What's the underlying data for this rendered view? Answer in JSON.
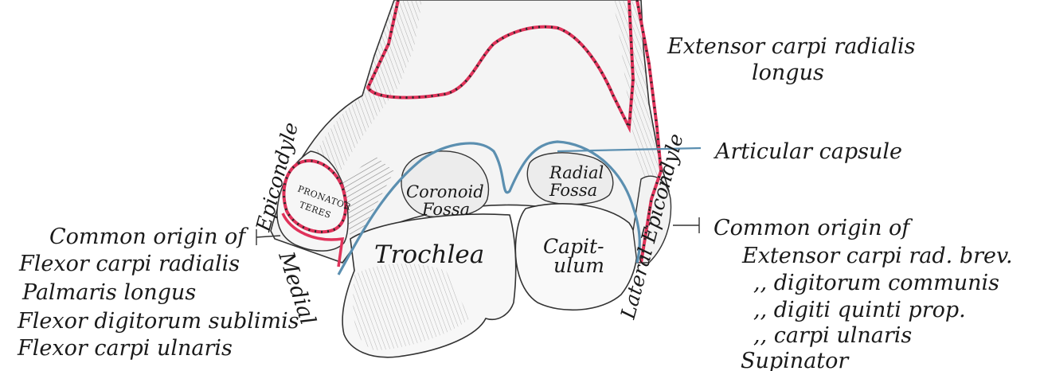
{
  "labels": {
    "extensor_longus_1": "Extensor carpi radialis",
    "extensor_longus_2": "longus",
    "articular_capsule": "Articular capsule",
    "common_origin_ext": "Common origin of",
    "ext_carpi_rad_brev": "Extensor carpi rad. brev.",
    "digitorum_communis": ",,  digitorum communis",
    "digiti_quinti_prop": ",,  digiti quinti prop.",
    "carpi_ulnaris_ext": ",,  carpi ulnaris",
    "supinator": "Supinator",
    "common_origin_flex": "Common origin of",
    "flexor_carpi_radialis": "Flexor carpi radialis",
    "palmaris_longus": "Palmaris longus",
    "flexor_digitorum_sublimis": "Flexor digitorum sublimis",
    "flexor_carpi_ulnaris": "Flexor carpi ulnaris",
    "medial_epicondyle_1": "Medial",
    "medial_epicondyle_2": "Epicondyle",
    "lateral_epicondyle": "Lateral Epicondyle",
    "pronator_1": "PRONATOR",
    "pronator_2": "TERES",
    "coronoid_1": "Coronoid",
    "coronoid_2": "Fossa",
    "radial_1": "Radial",
    "radial_2": "Fossa",
    "trochlea": "Trochlea",
    "capitulum_1": "Capit-",
    "capitulum_2": "ulum"
  },
  "colors": {
    "muscle_origin": "#e0325a",
    "capsule": "#5b8fb0",
    "bone_shade": "#4a4a4a",
    "text": "#1a1a1a"
  }
}
